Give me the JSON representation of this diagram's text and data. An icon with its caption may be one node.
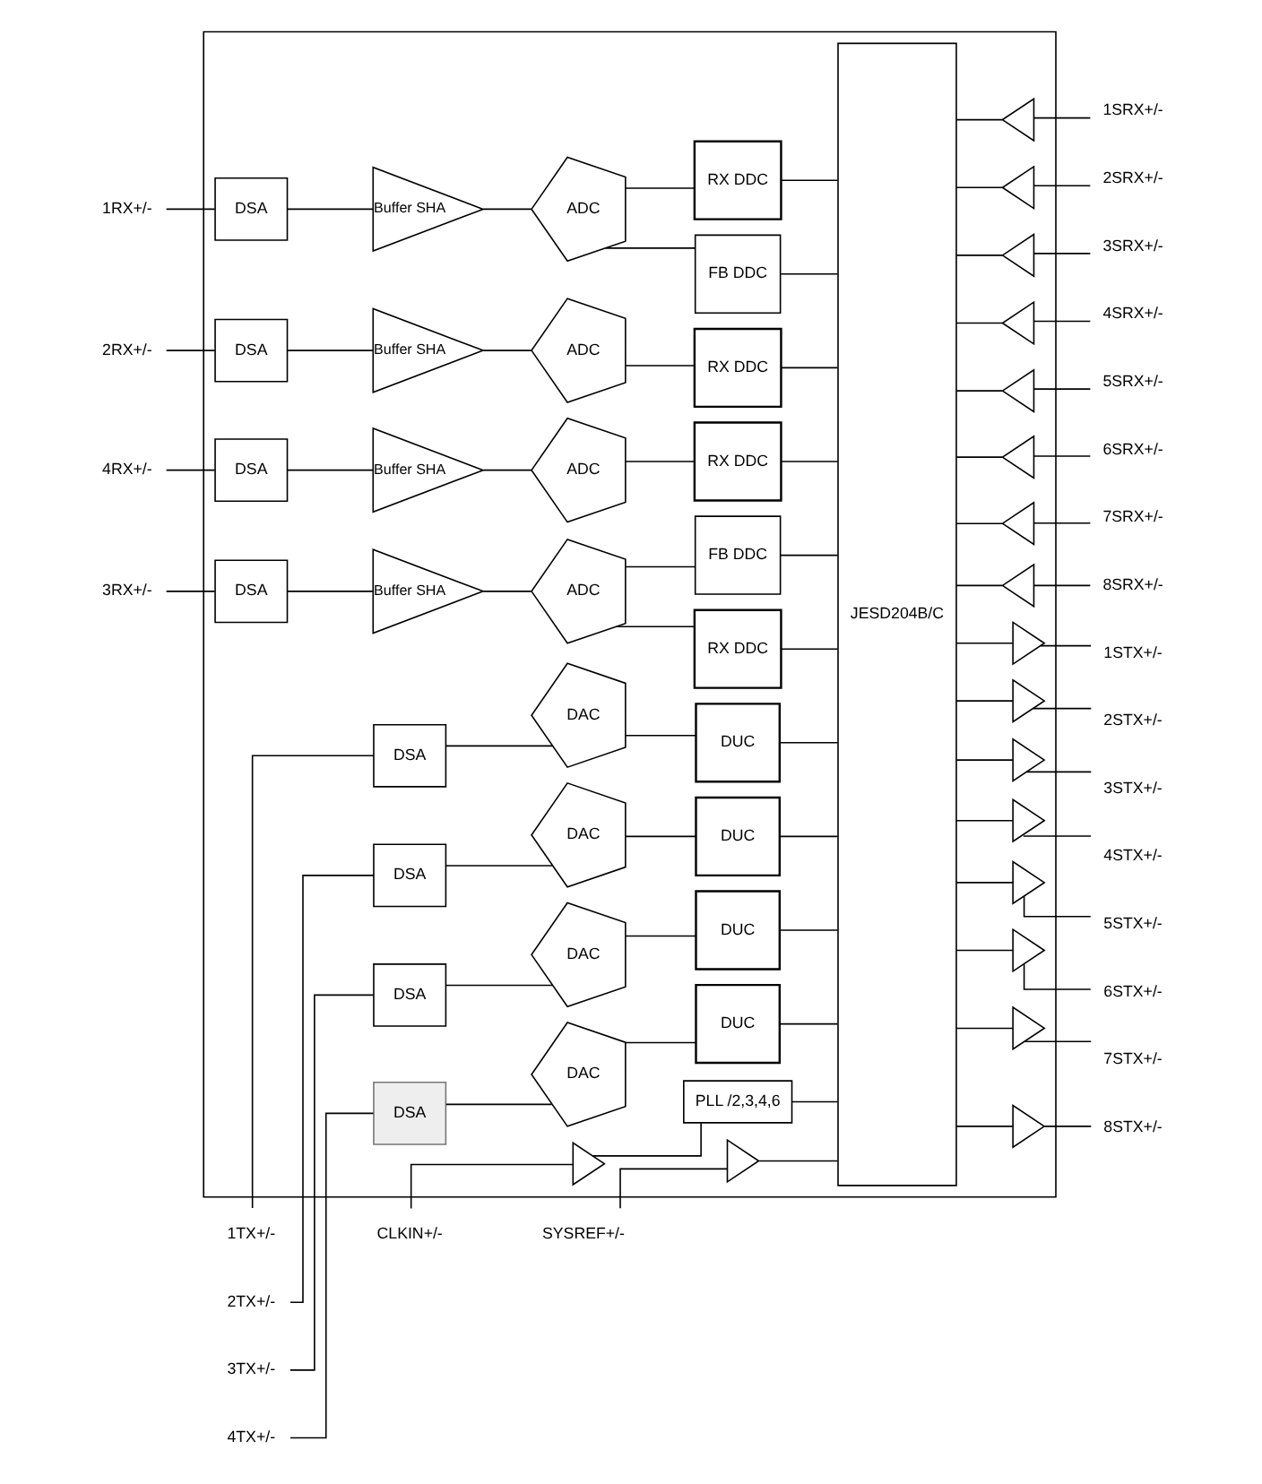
{
  "diagram": {
    "nodes": [
      {
        "text": [],
        "shape": "box"
      },
      {
        "text": [
          "FB DDC"
        ],
        "in": 0
      },
      {
        "text": [
          "JESD204B/C"
        ],
        "in": 0
      },
      {
        "text": [
          "1RX+/-"
        ]
      },
      {
        "text": [
          "DSA"
        ],
        "in": 0
      },
      {
        "text": [
          "Buffer SHA"
        ],
        "in": 0
      },
      {
        "text": [
          "ADC"
        ],
        "in": 0
      },
      {
        "text": [
          "RX DDC"
        ],
        "in": 0
      },
      {
        "text": [
          "2RX+/-"
        ]
      },
      {
        "text": [
          "DSA"
        ],
        "in": 0
      },
      {
        "text": [
          "Buffer SHA"
        ],
        "in": 0
      },
      {
        "text": [
          "ADC"
        ],
        "in": 0
      },
      {
        "text": [
          "RX DDC"
        ],
        "in": 0
      },
      {
        "text": [
          "1TX+/-"
        ]
      },
      {
        "text": [
          "DSA"
        ],
        "in": 0
      },
      {
        "text": [
          "DAC"
        ],
        "in": 0
      },
      {
        "text": [
          "DUC"
        ],
        "in": 0
      },
      {
        "text": [
          "2TX+/-"
        ]
      },
      {
        "text": [
          "DSA"
        ],
        "in": 0
      },
      {
        "text": [
          "DAC"
        ],
        "in": 0
      },
      {
        "text": [
          "DUC"
        ],
        "in": 0
      },
      {
        "text": [
          "CLKIN+/-"
        ]
      },
      {
        "text": [],
        "shape": "triangle",
        "in": 0
      },
      {
        "text": [
          "PLL /2,3,4,6"
        ],
        "in": 0
      },
      {
        "text": [
          "SYSREF+/-"
        ]
      },
      {
        "text": [],
        "shape": "triangle",
        "in": 0
      },
      {
        "text": [
          "3TX+/-"
        ]
      },
      {
        "text": [
          "DSA"
        ],
        "in": 0
      },
      {
        "text": [
          "DAC"
        ],
        "in": 0
      },
      {
        "text": [
          "DUC"
        ],
        "in": 0
      },
      {
        "text": [
          "4TX+/-"
        ]
      },
      {
        "text": [
          "DSA"
        ],
        "in": 0
      },
      {
        "text": [
          "DAC"
        ],
        "in": 0
      },
      {
        "text": [
          "DUC"
        ],
        "in": 0
      },
      {
        "text": [
          "4RX+/-"
        ]
      },
      {
        "text": [
          "DSA"
        ],
        "in": 0
      },
      {
        "text": [
          "Buffer SHA"
        ],
        "in": 0
      },
      {
        "text": [
          "ADC"
        ],
        "in": 0
      },
      {
        "text": [
          "RX DDC"
        ],
        "in": 0
      },
      {
        "text": [
          "3RX+/-"
        ]
      },
      {
        "text": [
          "DSA"
        ],
        "in": 0
      },
      {
        "text": [
          "Buffer SHA"
        ],
        "in": 0
      },
      {
        "text": [
          "ADC"
        ],
        "in": 0
      },
      {
        "text": [
          "RX DDC"
        ],
        "in": 0
      },
      {
        "text": [
          "FB DDC"
        ],
        "in": 0
      },
      {
        "text": [],
        "shape": "triangle",
        "in": 0
      },
      {
        "text": [
          "1SRX+/-"
        ]
      },
      {
        "text": [],
        "shape": "triangle",
        "in": 0
      },
      {
        "text": [
          "2SRX+/-"
        ]
      },
      {
        "text": [],
        "shape": "triangle",
        "in": 0
      },
      {
        "text": [
          "3SRX+/-"
        ]
      },
      {
        "text": [],
        "shape": "triangle",
        "in": 0
      },
      {
        "text": [
          "4SRX+/-"
        ]
      },
      {
        "text": [],
        "shape": "triangle",
        "in": 0
      },
      {
        "text": [
          "5SRX+/-"
        ]
      },
      {
        "text": [],
        "shape": "triangle",
        "in": 0
      },
      {
        "text": [
          "6SRX+/-"
        ]
      },
      {
        "text": [],
        "shape": "triangle",
        "in": 0
      },
      {
        "text": [
          "7SRX+/-"
        ]
      },
      {
        "text": [],
        "shape": "triangle",
        "in": 0
      },
      {
        "text": [
          "8SRX+/-"
        ]
      },
      {
        "text": [],
        "shape": "triangle",
        "in": 0
      },
      {
        "text": [
          "1STX+/-"
        ]
      },
      {
        "text": [],
        "shape": "triangle",
        "in": 0
      },
      {
        "text": [
          "2STX+/-"
        ]
      },
      {
        "text": [],
        "shape": "triangle",
        "in": 0
      },
      {
        "text": [
          "3STX+/-"
        ]
      },
      {
        "text": [],
        "shape": "triangle",
        "in": 0
      },
      {
        "text": [
          "4STX+/-"
        ]
      },
      {
        "text": [],
        "shape": "triangle",
        "in": 0
      },
      {
        "text": [
          "5STX+/-"
        ]
      },
      {
        "text": [],
        "shape": "triangle",
        "in": 0
      },
      {
        "text": [
          "6STX+/-"
        ]
      },
      {
        "text": [],
        "shape": "triangle",
        "in": 0
      },
      {
        "text": [
          "7STX+/-"
        ]
      },
      {
        "text": [],
        "shape": "triangle",
        "in": 0
      },
      {
        "text": [
          "8STX+/-"
        ]
      }
    ],
    "edges": [
      {
        "from": 3,
        "to": 4,
        "arrow": "none"
      },
      {
        "from": 4,
        "to": 5,
        "arrow": "none"
      },
      {
        "from": 5,
        "to": 6,
        "arrow": "none"
      },
      {
        "from": 6,
        "to": 7,
        "arrow": "none"
      },
      {
        "from": 7,
        "to": 2,
        "arrow": "none"
      },
      {
        "from": 6,
        "to": 1,
        "arrow": "none"
      },
      {
        "from": 1,
        "to": 2,
        "arrow": "none"
      },
      {
        "from": 8,
        "to": 9,
        "arrow": "none"
      },
      {
        "from": 9,
        "to": 10,
        "arrow": "none"
      },
      {
        "from": 10,
        "to": 11,
        "arrow": "none"
      },
      {
        "from": 11,
        "to": 12,
        "arrow": "none"
      },
      {
        "from": 12,
        "to": 2,
        "arrow": "none"
      },
      {
        "from": 13,
        "to": 14,
        "arrow": "none"
      },
      {
        "from": 14,
        "to": 15,
        "arrow": "none"
      },
      {
        "from": 15,
        "to": 16,
        "arrow": "none"
      },
      {
        "from": 16,
        "to": 2,
        "arrow": "none"
      },
      {
        "from": 17,
        "to": 18,
        "arrow": "none"
      },
      {
        "from": 18,
        "to": 19,
        "arrow": "none"
      },
      {
        "from": 19,
        "to": 20,
        "arrow": "none"
      },
      {
        "from": 20,
        "to": 2,
        "arrow": "none"
      },
      {
        "from": 21,
        "to": 22,
        "arrow": "none"
      },
      {
        "from": 22,
        "to": 23,
        "arrow": "none"
      },
      {
        "from": 23,
        "to": 2,
        "arrow": "none"
      },
      {
        "from": 24,
        "to": 25,
        "arrow": "none"
      },
      {
        "from": 25,
        "to": 2,
        "arrow": "none"
      },
      {
        "from": 26,
        "to": 27,
        "arrow": "none"
      },
      {
        "from": 27,
        "to": 28,
        "arrow": "none"
      },
      {
        "from": 28,
        "to": 29,
        "arrow": "none"
      },
      {
        "from": 29,
        "to": 2,
        "arrow": "none"
      },
      {
        "from": 30,
        "to": 31,
        "arrow": "none"
      },
      {
        "from": 31,
        "to": 32,
        "arrow": "none"
      },
      {
        "from": 32,
        "to": 33,
        "arrow": "none"
      },
      {
        "from": 33,
        "to": 2,
        "arrow": "none"
      },
      {
        "from": 34,
        "to": 35,
        "arrow": "none"
      },
      {
        "from": 35,
        "to": 36,
        "arrow": "none"
      },
      {
        "from": 36,
        "to": 37,
        "arrow": "none"
      },
      {
        "from": 37,
        "to": 38,
        "arrow": "none"
      },
      {
        "from": 38,
        "to": 2,
        "arrow": "none"
      },
      {
        "from": 39,
        "to": 40,
        "arrow": "none"
      },
      {
        "from": 40,
        "to": 41,
        "arrow": "none"
      },
      {
        "from": 41,
        "to": 42,
        "arrow": "none"
      },
      {
        "from": 42,
        "to": 43,
        "arrow": "none"
      },
      {
        "from": 43,
        "to": 2,
        "arrow": "none"
      },
      {
        "from": 42,
        "to": 44,
        "arrow": "none"
      },
      {
        "from": 44,
        "to": 2,
        "arrow": "none"
      },
      {
        "from": 2,
        "to": 45,
        "arrow": "none"
      },
      {
        "from": 45,
        "to": 46,
        "arrow": "none"
      },
      {
        "from": 2,
        "to": 47,
        "arrow": "none"
      },
      {
        "from": 47,
        "to": 48,
        "arrow": "none"
      },
      {
        "from": 2,
        "to": 49,
        "arrow": "none"
      },
      {
        "from": 49,
        "to": 50,
        "arrow": "none"
      },
      {
        "from": 2,
        "to": 51,
        "arrow": "none"
      },
      {
        "from": 51,
        "to": 52,
        "arrow": "none"
      },
      {
        "from": 2,
        "to": 53,
        "arrow": "none"
      },
      {
        "from": 53,
        "to": 54,
        "arrow": "none"
      },
      {
        "from": 2,
        "to": 55,
        "arrow": "none"
      },
      {
        "from": 55,
        "to": 56,
        "arrow": "none"
      },
      {
        "from": 2,
        "to": 57,
        "arrow": "none"
      },
      {
        "from": 57,
        "to": 58,
        "arrow": "none"
      },
      {
        "from": 2,
        "to": 59,
        "arrow": "none"
      },
      {
        "from": 59,
        "to": 60,
        "arrow": "none"
      },
      {
        "from": 2,
        "to": 61,
        "arrow": "none"
      },
      {
        "from": 61,
        "to": 62,
        "arrow": "none"
      },
      {
        "from": 2,
        "to": 63,
        "arrow": "none"
      },
      {
        "from": 63,
        "to": 64,
        "arrow": "none"
      },
      {
        "from": 2,
        "to": 65,
        "arrow": "none"
      },
      {
        "from": 65,
        "to": 66,
        "arrow": "none"
      },
      {
        "from": 2,
        "to": 67,
        "arrow": "none"
      },
      {
        "from": 67,
        "to": 68,
        "arrow": "none"
      },
      {
        "from": 2,
        "to": 69,
        "arrow": "none"
      },
      {
        "from": 69,
        "to": 70,
        "arrow": "none"
      },
      {
        "from": 2,
        "to": 71,
        "arrow": "none"
      },
      {
        "from": 71,
        "to": 72,
        "arrow": "none"
      },
      {
        "from": 2,
        "to": 73,
        "arrow": "none"
      },
      {
        "from": 73,
        "to": 74,
        "arrow": "none"
      },
      {
        "from": 2,
        "to": 75,
        "arrow": "none"
      },
      {
        "from": 75,
        "to": 76,
        "arrow": "none"
      }
    ]
  }
}
